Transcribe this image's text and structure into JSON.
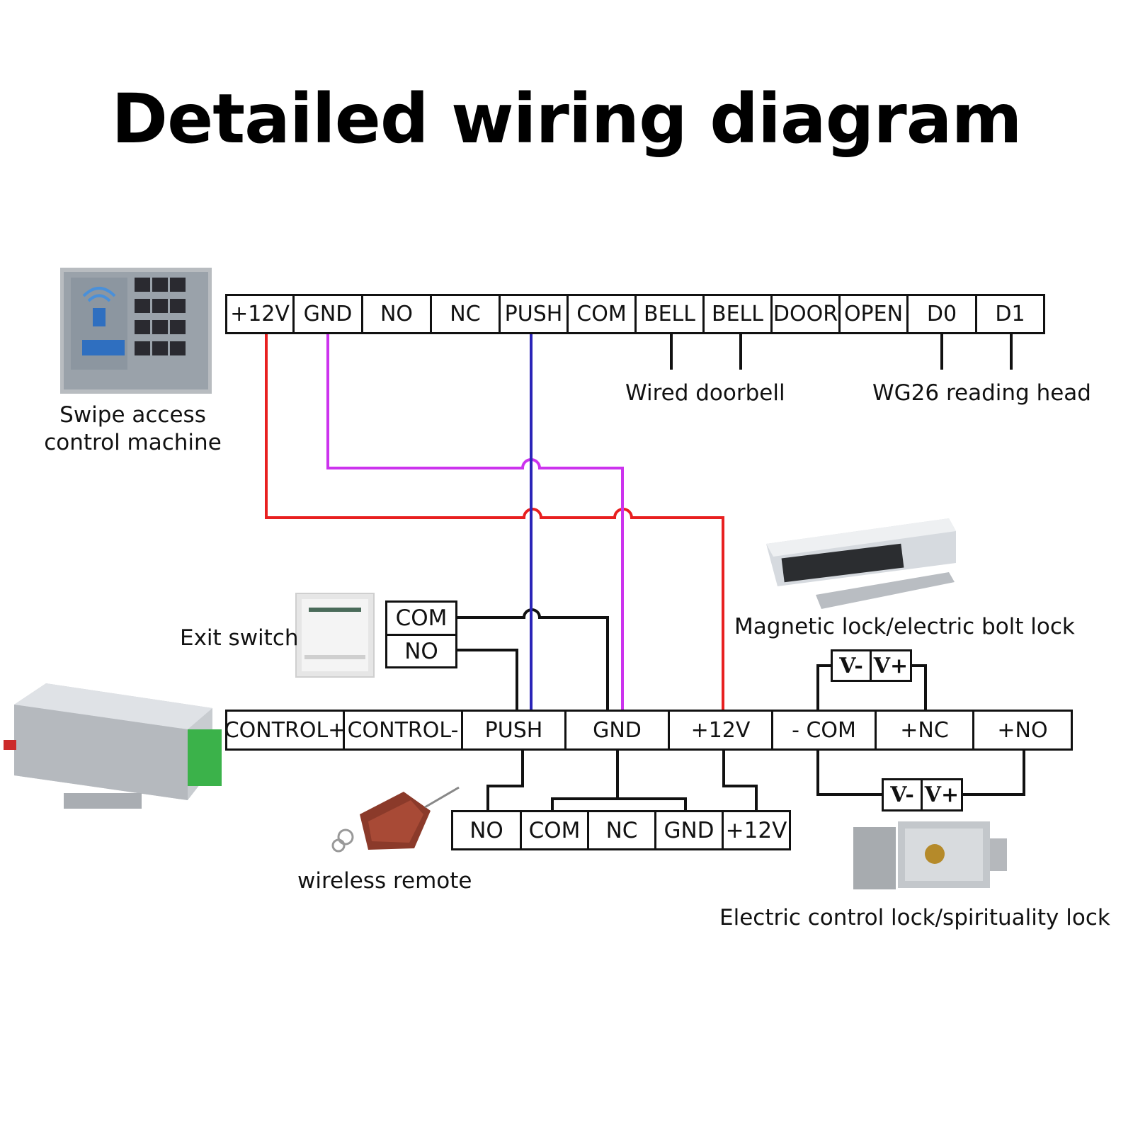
{
  "title": "Detailed wiring diagram",
  "colors": {
    "red_wire": "#e82020",
    "magenta_wire": "#cc33ee",
    "blue_wire": "#2a24b8",
    "black_wire": "#111111"
  },
  "top_terminals": [
    "+12V",
    "GND",
    "NO",
    "NC",
    "PUSH",
    "COM",
    "BELL",
    "BELL",
    "DOOR",
    "OPEN",
    "D0",
    "D1"
  ],
  "bottom_terminals": [
    "CONTROL+",
    "CONTROL-",
    "PUSH",
    "GND",
    "+12V",
    "- COM",
    "+NC",
    "+NO"
  ],
  "exit_switch_terminals": [
    "COM",
    "NO"
  ],
  "remote_terminals": [
    "NO",
    "COM",
    "NC",
    "GND",
    "+12V"
  ],
  "maglock_terminals": [
    "V-",
    "V+"
  ],
  "bolt_terminals": [
    "V-",
    "V+"
  ],
  "captions": {
    "access_machine_line1": "Swipe access",
    "access_machine_line2": "control machine",
    "wired_doorbell": "Wired doorbell",
    "wg26": "WG26 reading head",
    "exit_switch": "Exit switch",
    "magnetic_lock": "Magnetic lock/electric bolt lock",
    "wireless_remote": "wireless remote",
    "electric_lock": "Electric control lock/spirituality lock"
  },
  "device_icons": [
    "keypad-icon",
    "exit-switch-icon",
    "power-supply-icon",
    "remote-key-icon",
    "magnetic-lock-icon",
    "bolt-lock-icon"
  ]
}
